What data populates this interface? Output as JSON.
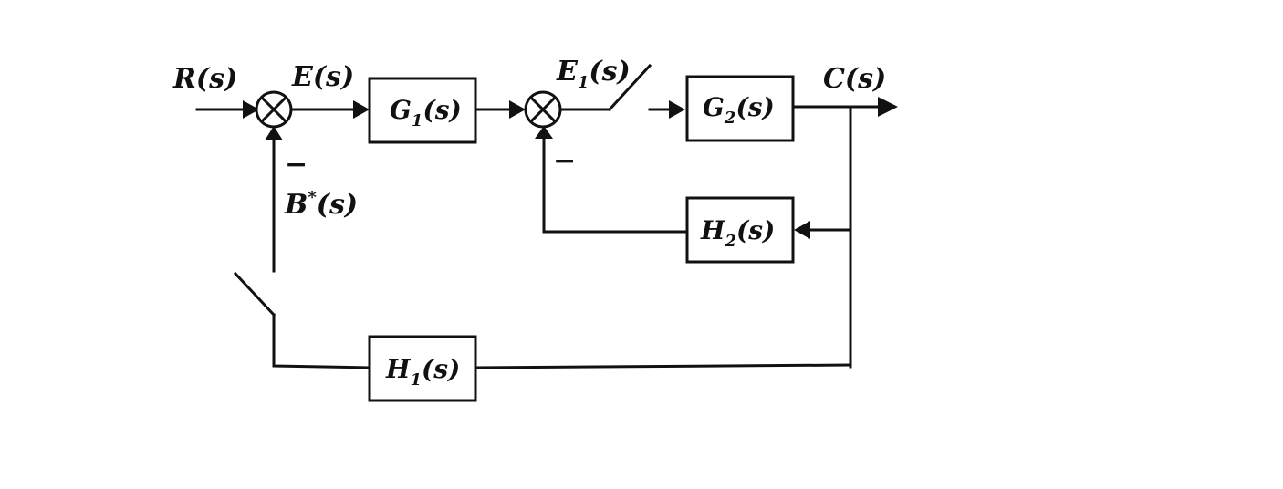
{
  "signals": {
    "input": "R(s)",
    "error": "E(s)",
    "error1_main": "E",
    "error1_sub": "1",
    "error1_tail": "(s)",
    "output": "C(s)",
    "feedback_main": "B",
    "feedback_sup": "*",
    "feedback_tail": "(s)"
  },
  "blocks": {
    "g1": {
      "main": "G",
      "sub": "1",
      "tail": "(s)"
    },
    "g2": {
      "main": "G",
      "sub": "2",
      "tail": "(s)"
    },
    "h1": {
      "main": "H",
      "sub": "1",
      "tail": "(s)"
    },
    "h2": {
      "main": "H",
      "sub": "2",
      "tail": "(s)"
    }
  },
  "signs": {
    "outer_feedback": "−",
    "inner_feedback": "−"
  }
}
